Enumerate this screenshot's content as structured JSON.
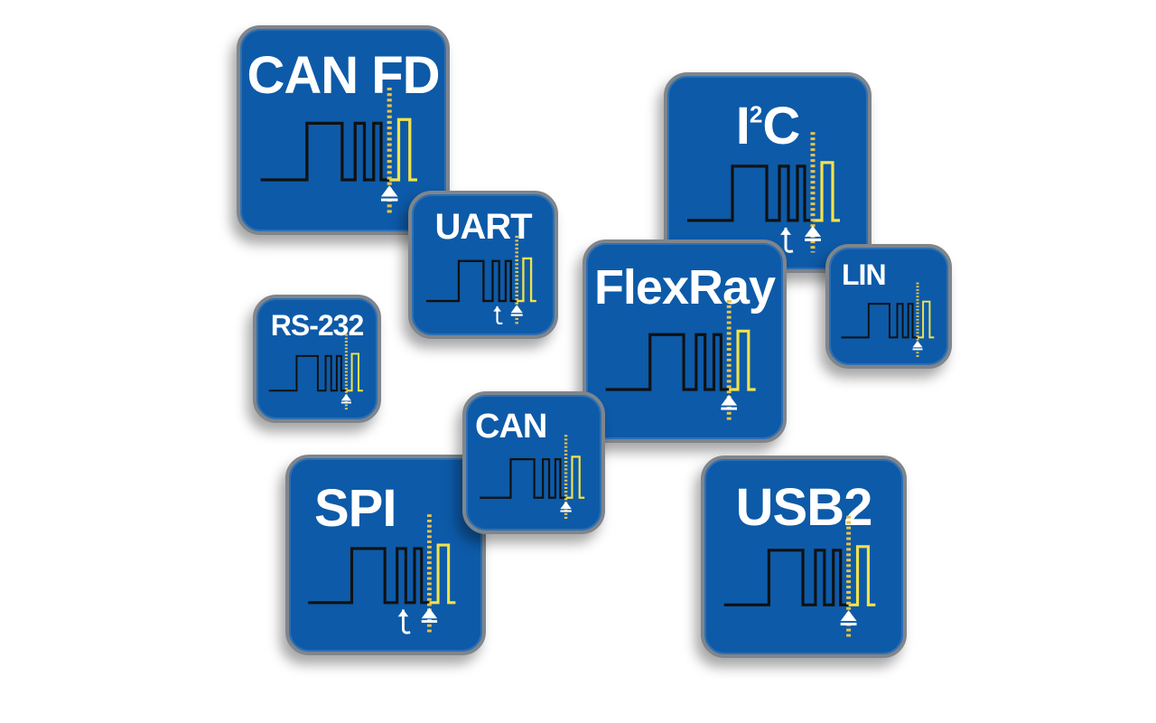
{
  "tiles": [
    {
      "id": "can-fd",
      "label": "CAN FD",
      "clock_mark": false
    },
    {
      "id": "i2c",
      "label": "I",
      "superscript": "2",
      "label_after": "C",
      "clock_mark": true
    },
    {
      "id": "uart",
      "label": "UART",
      "clock_mark": true
    },
    {
      "id": "flexray",
      "label": "FlexRay",
      "clock_mark": false
    },
    {
      "id": "lin",
      "label": "LIN",
      "clock_mark": false
    },
    {
      "id": "rs232",
      "label": "RS-232",
      "clock_mark": false
    },
    {
      "id": "can",
      "label": "CAN",
      "clock_mark": false
    },
    {
      "id": "spi",
      "label": "SPI",
      "clock_mark": true
    },
    {
      "id": "usb2",
      "label": "USB2",
      "clock_mark": false
    }
  ],
  "colors": {
    "tile_fill": "#0d5aa8",
    "tile_border": "#7f858c",
    "label": "#ffffff",
    "trace_black": "#111111",
    "trace_yellow": "#f2e24a",
    "marker_dashed": "#e7c24a",
    "arrow": "#ffffff"
  }
}
